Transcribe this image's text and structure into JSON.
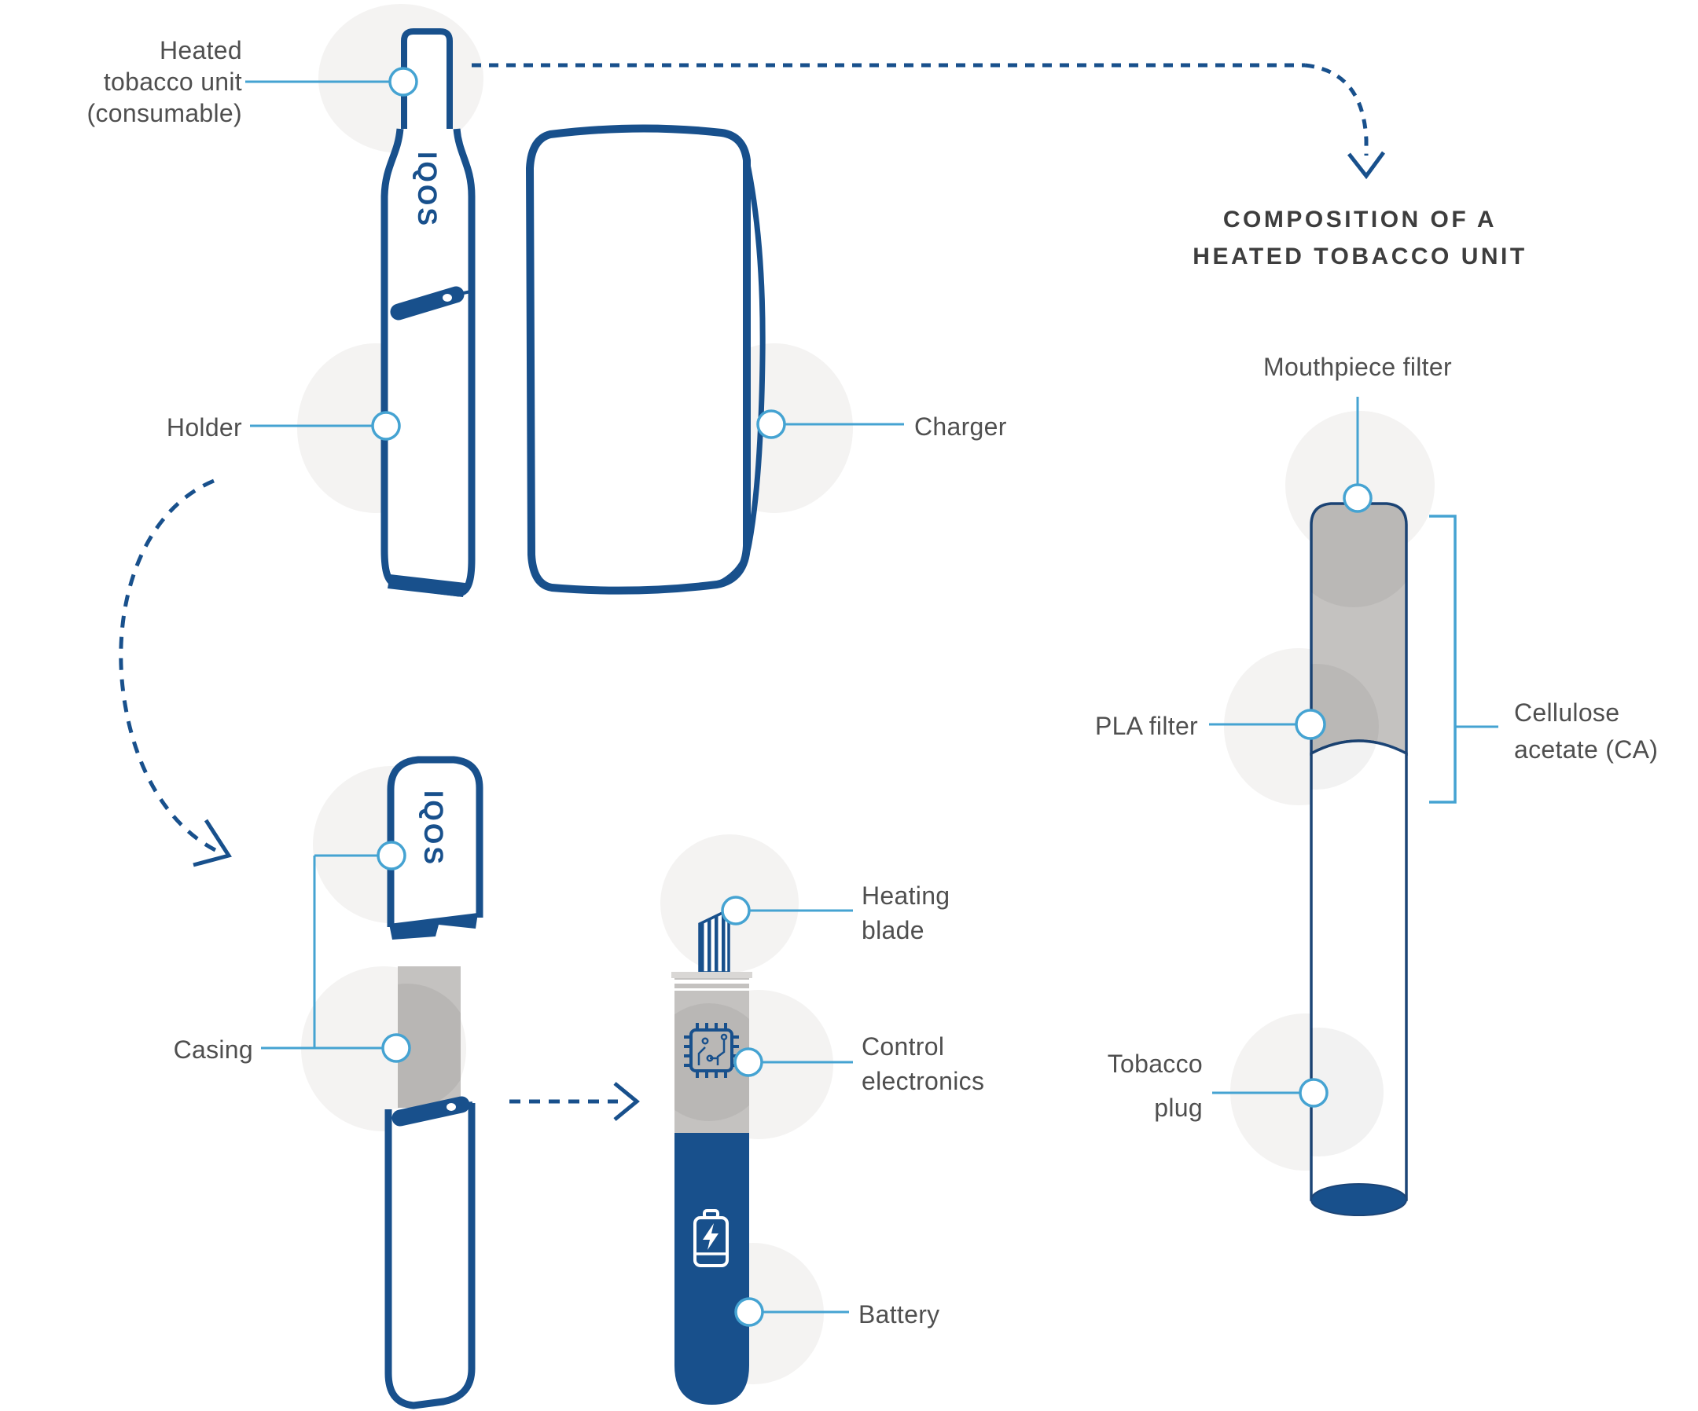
{
  "colors": {
    "navy": "#18508c",
    "navy_dark": "#1c4577",
    "accent_blue": "#45a3d2",
    "gray_fill": "#c4c2c0",
    "blob_gray": "#f4f3f2",
    "label_text": "#4f4f4f",
    "heading_text": "#3d3d3d"
  },
  "overview": {
    "logo": "IQOS",
    "labels": {
      "heated_tobacco_unit": [
        "Heated",
        "tobacco unit",
        "(consumable)"
      ],
      "holder": "Holder",
      "charger": "Charger"
    }
  },
  "disassembly": {
    "logo": "IQOS",
    "labels": {
      "casing": "Casing",
      "heating_blade": [
        "Heating",
        "blade"
      ],
      "control_electronics": [
        "Control",
        "electronics"
      ],
      "battery": "Battery"
    },
    "icons": {
      "heating_blade": "striped-heating-blade-icon",
      "control_electronics": "cpu-chip-icon",
      "battery": "battery-charging-icon"
    }
  },
  "composition": {
    "heading": [
      "COMPOSITION OF A",
      "HEATED TOBACCO UNIT"
    ],
    "labels": {
      "mouthpiece_filter": "Mouthpiece filter",
      "pla_filter": "PLA filter",
      "cellulose_acetate": [
        "Cellulose",
        "acetate (CA)"
      ],
      "tobacco_plug": [
        "Tobacco",
        "plug"
      ]
    }
  }
}
